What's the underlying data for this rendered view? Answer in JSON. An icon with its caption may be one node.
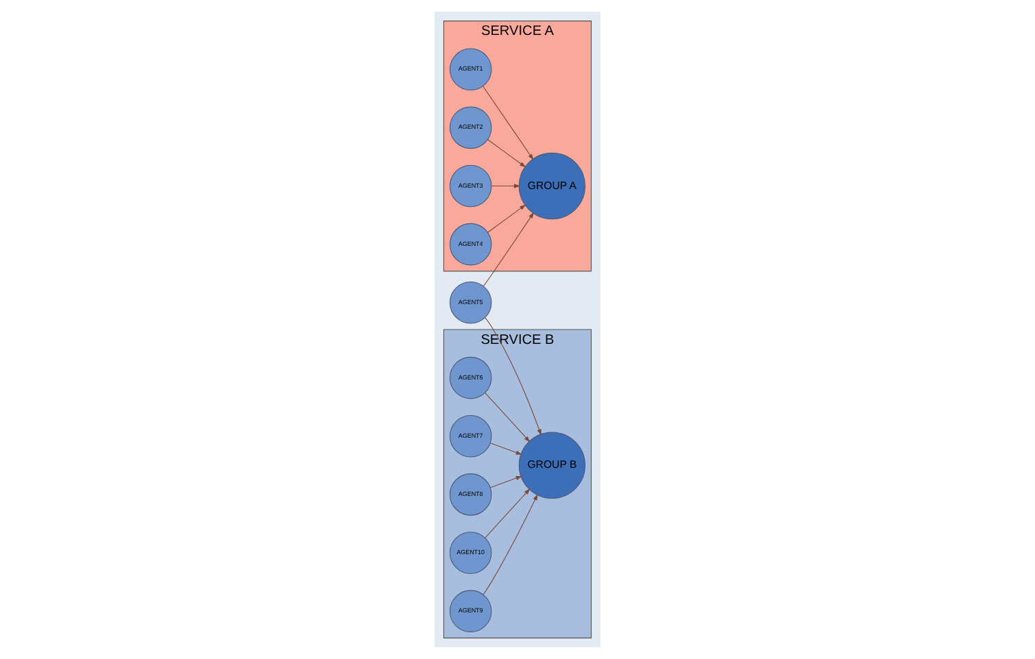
{
  "diagram": {
    "nodes": [
      {
        "text": [
          "SERVICE A"
        ]
      },
      {
        "text": [
          "AGENT1"
        ],
        "in": 0
      },
      {
        "text": [
          "AGENT2"
        ],
        "in": 0
      },
      {
        "text": [
          "GROUP A"
        ],
        "in": 0
      },
      {
        "text": [
          "AGENT3"
        ],
        "in": 0
      },
      {
        "text": [
          "AGENT4"
        ],
        "in": 0
      },
      {
        "text": [
          "AGENT5"
        ]
      },
      {
        "text": [
          "SERVICE B"
        ]
      },
      {
        "text": [
          "AGENT6"
        ],
        "in": 7
      },
      {
        "text": [
          "AGENT7"
        ],
        "in": 7
      },
      {
        "text": [
          "GROUP B"
        ],
        "in": 7
      },
      {
        "text": [
          "AGENT8"
        ],
        "in": 7
      },
      {
        "text": [
          "AGENT10"
        ],
        "in": 7
      },
      {
        "text": [
          "AGENT9"
        ],
        "in": 7
      }
    ],
    "edges": [
      {
        "from": 1,
        "to": 3,
        "arrow": "to"
      },
      {
        "from": 2,
        "to": 3,
        "arrow": "to"
      },
      {
        "from": 4,
        "to": 3,
        "arrow": "to"
      },
      {
        "from": 5,
        "to": 3,
        "arrow": "to"
      },
      {
        "from": 6,
        "to": 3,
        "arrow": "to"
      },
      {
        "from": 6,
        "to": 10,
        "arrow": "to"
      },
      {
        "from": 8,
        "to": 10,
        "arrow": "to"
      },
      {
        "from": 9,
        "to": 10,
        "arrow": "to"
      },
      {
        "from": 11,
        "to": 10,
        "arrow": "to"
      },
      {
        "from": 12,
        "to": 10,
        "arrow": "to"
      },
      {
        "from": 13,
        "to": 10,
        "arrow": "to"
      }
    ]
  }
}
